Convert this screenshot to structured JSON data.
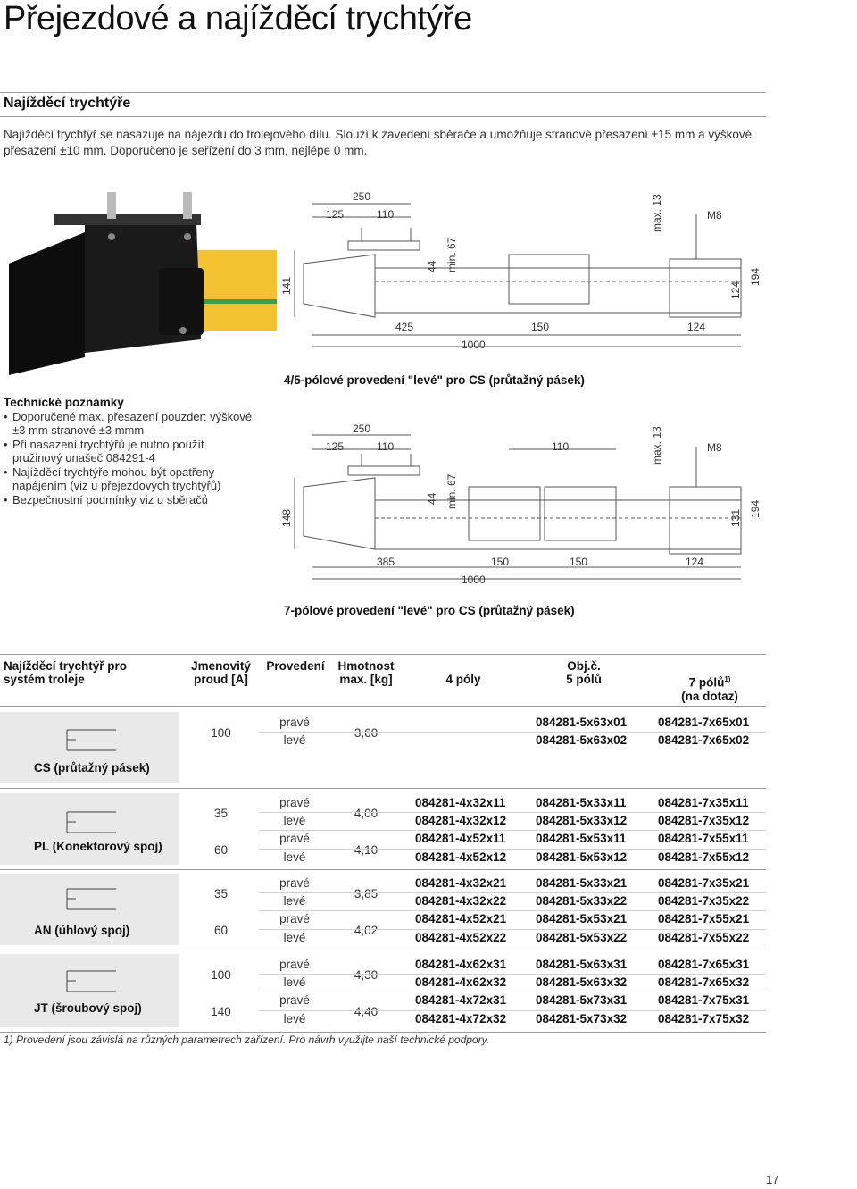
{
  "page": {
    "title": "Přejezdové a najížděcí trychtýře",
    "section_title": "Najížděcí trychtýře",
    "intro": "Najížděcí trychtýř se nasazuje na nájezdu do trolejového dílu. Slouží k zavedení sběrače a umožňuje stranové přesazení ±15 mm a výškové přesazení ±10 mm. Doporučeno je seřízení do 3 mm, nejlépe 0 mm.",
    "page_number": "17"
  },
  "notes": {
    "title": "Technické poznámky",
    "items": [
      "Doporučené max. přesazení pouzder: výškové ±3 mm stranové ±3 mmm",
      "Při nasazení trychtýřů je nutno použít pružinový unašeč 084291-4",
      "Najížděcí trychtýře mohou být opatřeny napájením (viz u přejezdových trychtýřů)",
      "Bezpečnostní podmínky viz u sběračů"
    ]
  },
  "drawing1": {
    "caption": "4/5-pólové provedení \"levé\" pro CS (průtažný pásek)",
    "dims": {
      "d250": "250",
      "d125": "125",
      "d110": "110",
      "d141": "141",
      "d44": "44",
      "dmin67": "min. 67",
      "dmax13": "max. 13",
      "dM8": "M8",
      "d124r": "124",
      "d194": "194",
      "d425": "425",
      "d150": "150",
      "d124b": "124",
      "d1000": "1000"
    }
  },
  "drawing2": {
    "caption": "7-pólové provedení \"levé\" pro CS (průtažný pásek)",
    "dims": {
      "d250": "250",
      "d125": "125",
      "d110": "110",
      "d110b": "110",
      "d148": "148",
      "d44": "44",
      "dmin67": "min. 67",
      "dmax13": "max. 13",
      "dM8": "M8",
      "d131": "131",
      "d194": "194",
      "d385": "385",
      "d150a": "150",
      "d150b": "150",
      "d124b": "124",
      "d1000": "1000"
    }
  },
  "table": {
    "headers": {
      "system": "Najížděcí trychtýř pro systém troleje",
      "current": "Jmenovitý proud [A]",
      "variant": "Provedení",
      "weight": "Hmotnost max. [kg]",
      "order": "Obj.č.",
      "p4": "4 póly",
      "p5": "5 pólů",
      "p7": "7 pólů",
      "p7_sup": "1)",
      "p7_note": "(na dotaz)"
    },
    "groups": [
      {
        "label": "CS (průtažný pásek)",
        "currents": [
          "100"
        ],
        "weights": [
          "3,60"
        ],
        "rows": [
          {
            "variant": "pravé",
            "p5": "084281-5x63x01",
            "p7": "084281-7x65x01"
          },
          {
            "variant": "levé",
            "p5": "084281-5x63x02",
            "p7": "084281-7x65x02"
          }
        ]
      },
      {
        "label": "PL (Konektorový spoj)",
        "currents": [
          "35",
          "60"
        ],
        "weights": [
          "4,00",
          "4,10"
        ],
        "rows": [
          {
            "variant": "pravé",
            "p4": "084281-4x32x11",
            "p5": "084281-5x33x11",
            "p7": "084281-7x35x11"
          },
          {
            "variant": "levé",
            "p4": "084281-4x32x12",
            "p5": "084281-5x33x12",
            "p7": "084281-7x35x12"
          },
          {
            "variant": "pravé",
            "p4": "084281-4x52x11",
            "p5": "084281-5x53x11",
            "p7": "084281-7x55x11"
          },
          {
            "variant": "levé",
            "p4": "084281-4x52x12",
            "p5": "084281-5x53x12",
            "p7": "084281-7x55x12"
          }
        ]
      },
      {
        "label": "AN (úhlový spoj)",
        "currents": [
          "35",
          "60"
        ],
        "weights": [
          "3,85",
          "4,02"
        ],
        "rows": [
          {
            "variant": "pravé",
            "p4": "084281-4x32x21",
            "p5": "084281-5x33x21",
            "p7": "084281-7x35x21"
          },
          {
            "variant": "levé",
            "p4": "084281-4x32x22",
            "p5": "084281-5x33x22",
            "p7": "084281-7x35x22"
          },
          {
            "variant": "pravé",
            "p4": "084281-4x52x21",
            "p5": "084281-5x53x21",
            "p7": "084281-7x55x21"
          },
          {
            "variant": "levé",
            "p4": "084281-4x52x22",
            "p5": "084281-5x53x22",
            "p7": "084281-7x55x22"
          }
        ]
      },
      {
        "label": "JT (šroubový spoj)",
        "currents": [
          "100",
          "140"
        ],
        "weights": [
          "4,30",
          "4,40"
        ],
        "rows": [
          {
            "variant": "pravé",
            "p4": "084281-4x62x31",
            "p5": "084281-5x63x31",
            "p7": "084281-7x65x31"
          },
          {
            "variant": "levé",
            "p4": "084281-4x62x32",
            "p5": "084281-5x63x32",
            "p7": "084281-7x65x32"
          },
          {
            "variant": "pravé",
            "p4": "084281-4x72x31",
            "p5": "084281-5x73x31",
            "p7": "084281-7x75x31"
          },
          {
            "variant": "levé",
            "p4": "084281-4x72x32",
            "p5": "084281-5x73x32",
            "p7": "084281-7x75x32"
          }
        ]
      }
    ],
    "footnote": "1) Provedení jsou závislá na různých parametrech zařízení. Pro návrh využijte naší technické podpory."
  },
  "colors": {
    "rail": "#f2c230",
    "stripe": "#2aa55a",
    "funnel": "#222222",
    "grey_band": "#e9e9e9"
  },
  "icons": [
    "funnel-product-photo",
    "funnel-technical-drawing",
    "rail-profile-icon"
  ]
}
